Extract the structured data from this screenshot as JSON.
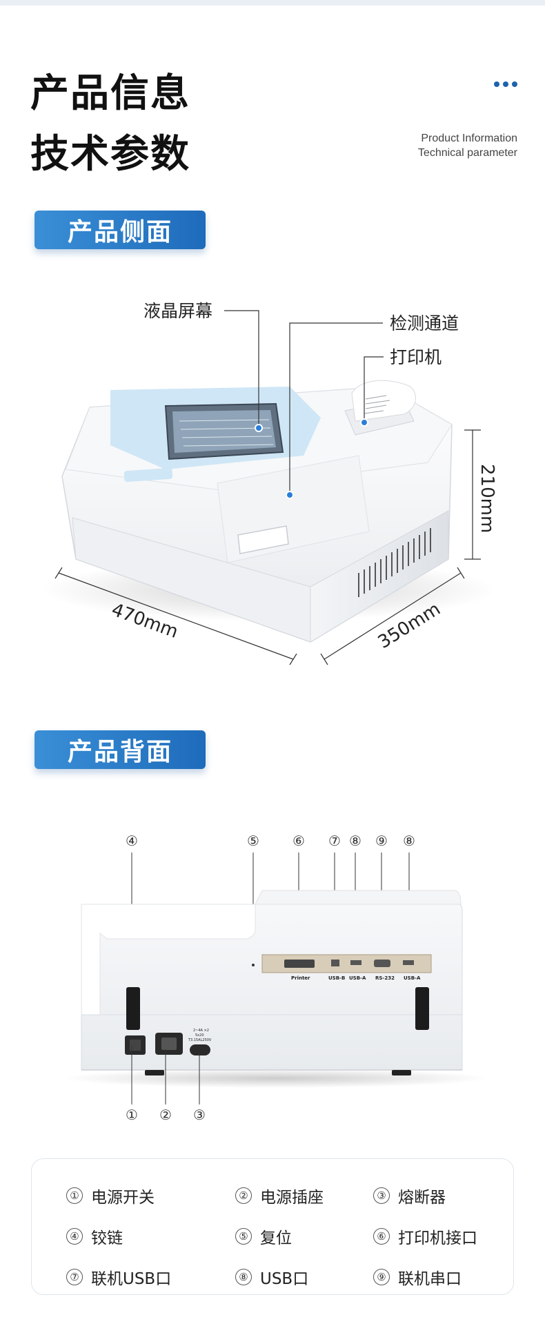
{
  "header": {
    "title_line1": "产品信息",
    "title_line2": "技术参数",
    "subtitle_en_1": "Product Information",
    "subtitle_en_2": "Technical parameter"
  },
  "side_view": {
    "tag": "产品侧面",
    "callouts": {
      "lcd": "液晶屏幕",
      "channel": "检测通道",
      "printer": "打印机"
    },
    "dimensions": {
      "width": "470mm",
      "depth": "350mm",
      "height": "210mm"
    }
  },
  "back_view": {
    "tag": "产品背面",
    "markers": {
      "top": [
        "④",
        "⑤",
        "⑥",
        "⑦",
        "⑧",
        "⑨",
        "⑧"
      ],
      "bottom": [
        "①",
        "②",
        "③"
      ]
    },
    "port_labels": [
      "Printer",
      "USB-B",
      "USB-A",
      "RS-232",
      "USB-A"
    ],
    "fuse_label_1": "2~4A ×2",
    "fuse_label_2": "5x20",
    "fuse_label_3": "T3.15AL250V"
  },
  "legend": [
    {
      "num": "①",
      "label": "电源开关"
    },
    {
      "num": "②",
      "label": "电源插座"
    },
    {
      "num": "③",
      "label": "熔断器"
    },
    {
      "num": "④",
      "label": "铰链"
    },
    {
      "num": "⑤",
      "label": "复位"
    },
    {
      "num": "⑥",
      "label": "打印机接口"
    },
    {
      "num": "⑦",
      "label": "联机USB口"
    },
    {
      "num": "⑧",
      "label": "USB口"
    },
    {
      "num": "⑨",
      "label": "联机串口"
    }
  ],
  "colors": {
    "accent": "#1e6bbb",
    "screen_blue": "#cfe6f6",
    "callout_dot": "#2a7fd8"
  }
}
